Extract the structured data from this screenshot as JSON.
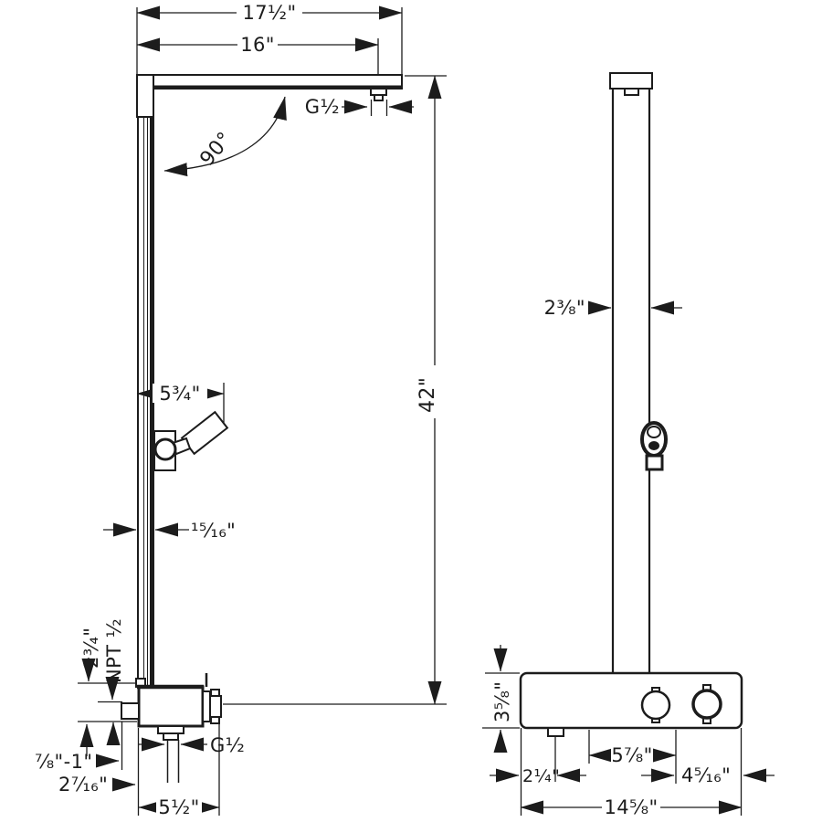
{
  "drawing": {
    "type": "technical-dimension-drawing",
    "subject": "showerpipe with hand shower and thermostatic valve, front and side views",
    "units": "inches",
    "ink_color": "#1c1c1c",
    "background_color": "#ffffff"
  },
  "views": {
    "front": {
      "labels": {
        "overall_width": "17¹⁄₂\"",
        "arm_reach": "16\"",
        "arm_outlet_thread": "G¹⁄₂",
        "arm_angle": "90°",
        "handshower_reach": "5³⁄₄\"",
        "pipe_width": "¹⁵⁄₁₆\"",
        "overall_height": "42\"",
        "supply_riser": "2³⁄₄\"",
        "supply_thread": "NPT ¹⁄₂",
        "wall_clearance": "⁷⁄₈\"-1\"",
        "pipe_center_offset": "2⁷⁄₁₆\"",
        "valve_outlet_thread": "G¹⁄₂",
        "valve_width": "5¹⁄₂\""
      }
    },
    "side": {
      "labels": {
        "column_depth": "2³⁄₈\"",
        "valve_height": "3⁵⁄₈\"",
        "outlet_offset": "2¹⁄₄\"",
        "handle_spacing": "5⁷⁄₈\"",
        "handle_to_edge": "4⁵⁄₁₆\"",
        "valve_length": "14⁵⁄₈\""
      }
    }
  }
}
